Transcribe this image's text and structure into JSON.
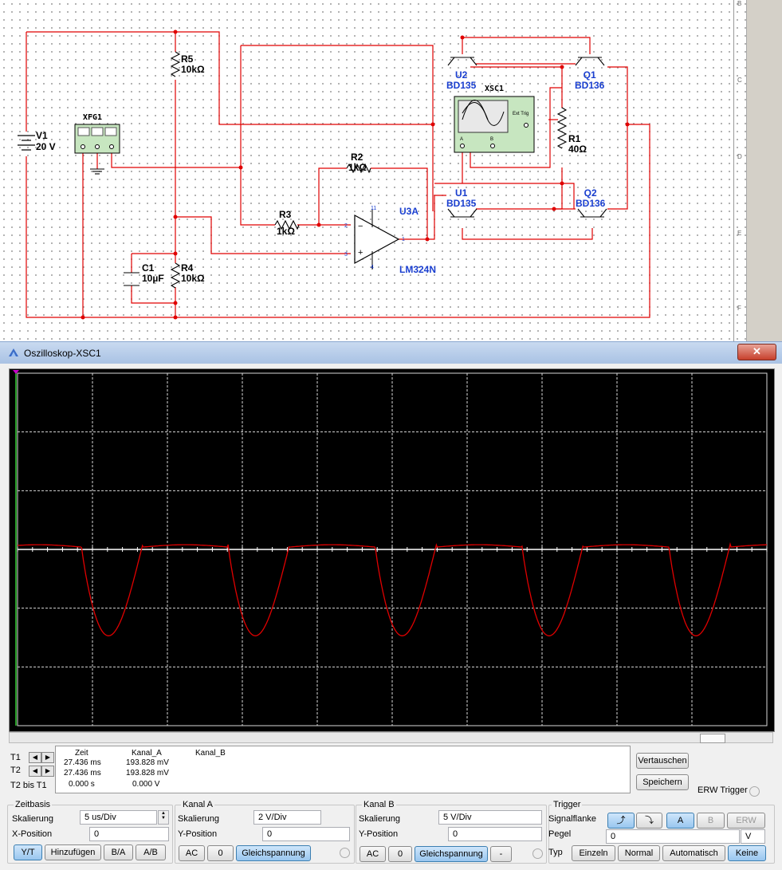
{
  "schematic": {
    "components": {
      "v1": {
        "name": "V1",
        "value": "20 V"
      },
      "xfg1": {
        "name": "XFG1"
      },
      "r5": {
        "name": "R5",
        "value": "10kΩ"
      },
      "r4": {
        "name": "R4",
        "value": "10kΩ"
      },
      "c1": {
        "name": "C1",
        "value": "10µF"
      },
      "r2": {
        "name": "R2",
        "value": "1kΩ"
      },
      "r3": {
        "name": "R3",
        "value": "1kΩ"
      },
      "r1": {
        "name": "R1",
        "value": "40Ω"
      },
      "u2": {
        "name": "U2",
        "value": "BD135"
      },
      "q1": {
        "name": "Q1",
        "value": "BD136"
      },
      "u1": {
        "name": "U1",
        "value": "BD135"
      },
      "q2": {
        "name": "Q2",
        "value": "BD136"
      },
      "u3a": {
        "name": "U3A",
        "value": "LM324N"
      },
      "xsc1": {
        "name": "XSC1",
        "ext_trig": "Ext Trig",
        "ch_a": "A",
        "ch_b": "B"
      }
    },
    "pin_numbers": {
      "p11": "11",
      "p4": "4",
      "p2": "2",
      "p3": "3",
      "p1": "1"
    },
    "border_letters": [
      "B",
      "C",
      "D",
      "E",
      "F"
    ]
  },
  "window": {
    "title": "Oszilloskop-XSC1",
    "close": "✕"
  },
  "colors": {
    "trace": "#e00000",
    "grid": "#d8d8d8",
    "screen": "#000000",
    "cursor": "#3c3"
  },
  "readout": {
    "headers": {
      "zeit": "Zeit",
      "kanal_a": "Kanal_A",
      "kanal_b": "Kanal_B"
    },
    "rows": [
      {
        "label": "T1",
        "zeit": "27.436 ms",
        "kanal_a": "193.828 mV"
      },
      {
        "label": "T2",
        "zeit": "27.436 ms",
        "kanal_a": "193.828 mV"
      },
      {
        "label": "T2 bis T1",
        "zeit": "0.000 s",
        "kanal_a": "0.000 V"
      }
    ]
  },
  "buttons": {
    "vertauschen": "Vertauschen",
    "speichern": "Speichern",
    "erw_trigger": "ERW Trigger"
  },
  "zeitbasis": {
    "title": "Zeitbasis",
    "skalierung_label": "Skalierung",
    "skalierung": "5 us/Div",
    "xpos_label": "X-Position",
    "xpos": "0",
    "modes": [
      "Y/T",
      "Hinzufügen",
      "B/A",
      "A/B"
    ]
  },
  "kanal_a": {
    "title": "Kanal A",
    "skalierung_label": "Skalierung",
    "skalierung": "2  V/Div",
    "ypos_label": "Y-Position",
    "ypos": "0",
    "coupling": [
      "AC",
      "0",
      "Gleichspannung"
    ]
  },
  "kanal_b": {
    "title": "Kanal B",
    "skalierung_label": "Skalierung",
    "skalierung": "5  V/Div",
    "ypos_label": "Y-Position",
    "ypos": "0",
    "coupling": [
      "AC",
      "0",
      "Gleichspannung",
      "-"
    ]
  },
  "trigger": {
    "title": "Trigger",
    "signalflanke_label": "Signalflanke",
    "flanks": [
      "⤴",
      "⤵"
    ],
    "sources": [
      "A",
      "B",
      "ERW"
    ],
    "pegel_label": "Pegel",
    "pegel": "0",
    "pegel_unit": "V",
    "typ_label": "Typ",
    "types": [
      "Einzeln",
      "Normal",
      "Automatisch",
      "Keine"
    ]
  },
  "chart_data": {
    "type": "line",
    "title": "",
    "xlabel": "",
    "ylabel": "",
    "grid": true,
    "divisions_x": 10,
    "divisions_y": 6,
    "series": [
      {
        "name": "Kanal_A",
        "color": "#e00000",
        "period_divisions": 1.96,
        "start_offset_divisions": 0.85,
        "baseline_divisions": 0.1,
        "trough_divisions": -1.47
      }
    ]
  }
}
